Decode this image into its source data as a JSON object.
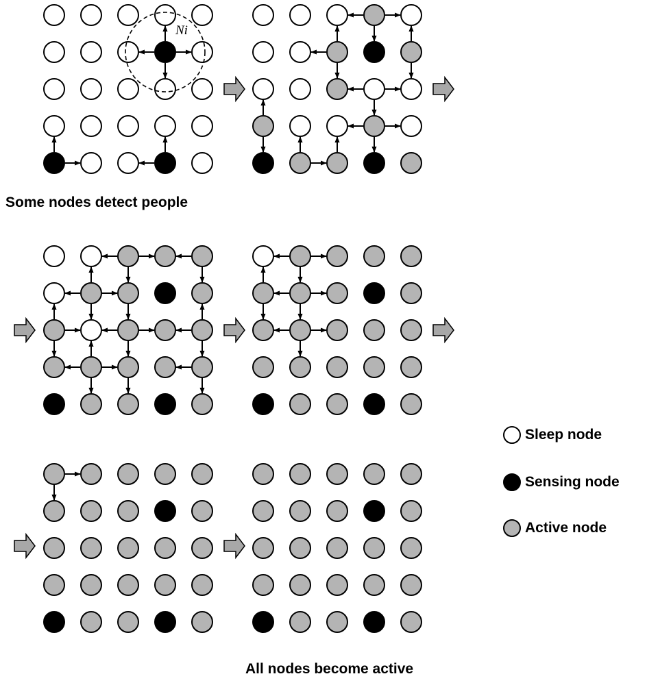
{
  "colors": {
    "sleep": "#ffffff",
    "sensing": "#000000",
    "active": "#b4b4b4",
    "arrow": "#000000",
    "stepArrow": "#a8a8a8"
  },
  "captions": {
    "top": "Some nodes detect people",
    "bottom": "All nodes become active"
  },
  "neighborhood_label": "Ni",
  "legend": [
    {
      "state": "sleep",
      "label": "Sleep node"
    },
    {
      "state": "sensing",
      "label": "Sensing node"
    },
    {
      "state": "active",
      "label": "Active node"
    }
  ],
  "grid_size": 5,
  "panels": [
    {
      "grid": [
        "SSSSS",
        "SSSXS",
        "SSSSS",
        "SSSSS",
        "XSSXS"
      ],
      "links": [
        [
          1,
          3,
          1,
          2
        ],
        [
          1,
          3,
          1,
          4
        ],
        [
          1,
          3,
          0,
          3
        ],
        [
          1,
          3,
          2,
          3
        ],
        [
          4,
          0,
          4,
          1
        ],
        [
          4,
          0,
          3,
          0
        ],
        [
          4,
          3,
          4,
          2
        ],
        [
          4,
          3,
          3,
          3
        ]
      ],
      "double_links": [],
      "neighborhood": {
        "row": 1,
        "col": 3
      }
    },
    {
      "grid": [
        "SSSAS",
        "SSAXA",
        "SSASS",
        "ASSAS",
        "XAAXA"
      ],
      "links": [
        [
          0,
          3,
          0,
          2
        ],
        [
          0,
          3,
          0,
          4
        ],
        [
          0,
          3,
          1,
          3
        ],
        [
          1,
          2,
          0,
          2
        ],
        [
          1,
          2,
          1,
          1
        ],
        [
          1,
          2,
          2,
          2
        ],
        [
          1,
          4,
          0,
          4
        ],
        [
          1,
          4,
          2,
          4
        ],
        [
          2,
          3,
          2,
          2
        ],
        [
          2,
          3,
          2,
          4
        ],
        [
          3,
          3,
          3,
          2
        ],
        [
          3,
          3,
          3,
          4
        ],
        [
          3,
          3,
          4,
          3
        ],
        [
          3,
          0,
          2,
          0
        ],
        [
          3,
          0,
          4,
          0
        ],
        [
          4,
          1,
          3,
          1
        ],
        [
          4,
          2,
          3,
          2
        ]
      ],
      "double_links": [
        [
          2,
          3,
          3,
          3
        ],
        [
          4,
          1,
          4,
          2
        ]
      ]
    },
    {
      "grid": [
        "SSAAA",
        "SAAXA",
        "ASAAA",
        "AAAAA",
        "XAAXA"
      ],
      "links": [
        [
          0,
          2,
          0,
          1
        ],
        [
          0,
          2,
          0,
          3
        ],
        [
          0,
          2,
          1,
          2
        ],
        [
          0,
          4,
          0,
          3
        ],
        [
          0,
          4,
          1,
          4
        ],
        [
          1,
          1,
          1,
          0
        ],
        [
          1,
          1,
          0,
          1
        ],
        [
          1,
          1,
          2,
          1
        ],
        [
          1,
          1,
          1,
          2
        ],
        [
          1,
          2,
          2,
          2
        ],
        [
          2,
          0,
          1,
          0
        ],
        [
          2,
          0,
          3,
          0
        ],
        [
          2,
          0,
          2,
          1
        ],
        [
          2,
          2,
          2,
          1
        ],
        [
          2,
          2,
          2,
          3
        ],
        [
          2,
          4,
          1,
          4
        ],
        [
          2,
          4,
          2,
          3
        ],
        [
          3,
          1,
          3,
          0
        ],
        [
          3,
          1,
          2,
          1
        ],
        [
          3,
          1,
          4,
          1
        ],
        [
          3,
          2,
          4,
          2
        ],
        [
          3,
          4,
          3,
          3
        ],
        [
          3,
          4,
          4,
          4
        ]
      ],
      "double_links": [
        [
          2,
          2,
          3,
          2
        ],
        [
          2,
          4,
          3,
          4
        ],
        [
          3,
          1,
          3,
          2
        ]
      ]
    },
    {
      "grid": [
        "SAAAA",
        "AAAXA",
        "AAAAA",
        "AAAAA",
        "XAAXA"
      ],
      "links": [
        [
          0,
          1,
          0,
          0
        ],
        [
          0,
          1,
          0,
          2
        ],
        [
          0,
          1,
          1,
          1
        ],
        [
          1,
          0,
          0,
          0
        ],
        [
          1,
          0,
          2,
          0
        ],
        [
          1,
          1,
          1,
          0
        ],
        [
          1,
          1,
          2,
          1
        ],
        [
          1,
          1,
          1,
          2
        ],
        [
          2,
          1,
          2,
          0
        ],
        [
          2,
          1,
          2,
          2
        ],
        [
          2,
          1,
          3,
          1
        ]
      ],
      "double_links": []
    },
    {
      "grid": [
        "AAAAA",
        "AAAXA",
        "AAAAA",
        "AAAAA",
        "XAAXA"
      ],
      "links": [
        [
          0,
          0,
          0,
          1
        ],
        [
          0,
          0,
          1,
          0
        ]
      ],
      "double_links": []
    },
    {
      "grid": [
        "AAAAA",
        "AAAXA",
        "AAAAA",
        "AAAAA",
        "XAAXA"
      ],
      "links": [],
      "double_links": []
    }
  ]
}
